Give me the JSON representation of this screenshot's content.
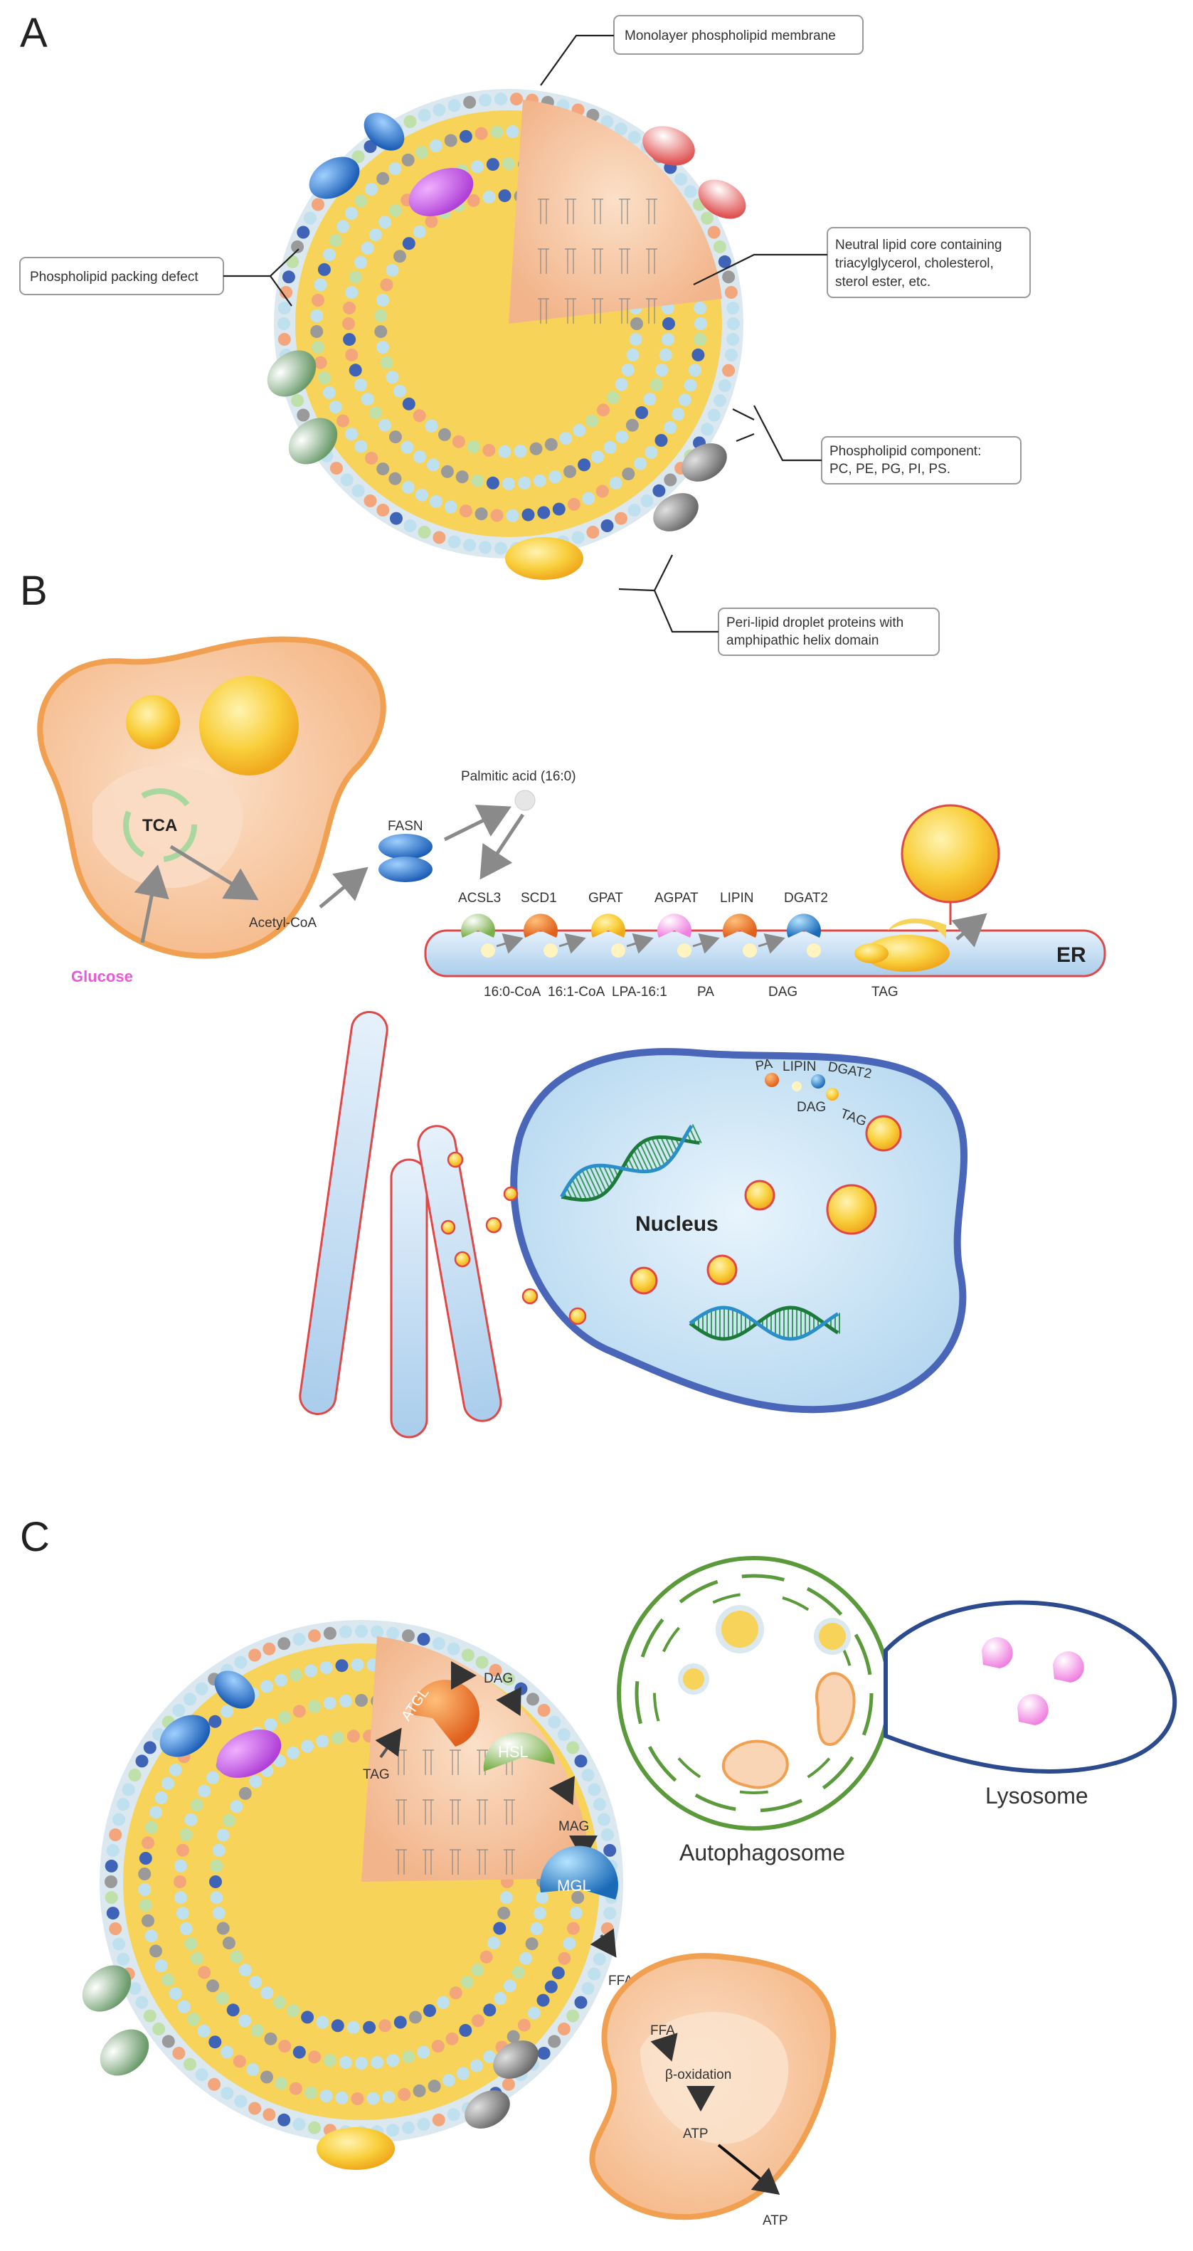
{
  "colors": {
    "core_fill": "#f6c9a6",
    "core_ring": "#f7d35a",
    "bead_blue": "#3f63b6",
    "bead_light": "#bfe0ee",
    "bead_orange": "#f3a57c",
    "bead_green": "#bfe0a8",
    "bead_gray": "#9a9a9a",
    "er_fill": "#cfe3f5",
    "er_stroke": "#e04848",
    "nucleus_fill": "#cfe6f6",
    "nucleus_stroke": "#4a66b8",
    "mito_fill": "#f7c8a2",
    "mito_stroke": "#f0a050",
    "glucose_color": "#e85ad8",
    "autophagosome_stroke": "#5a9a3a",
    "lysosome_stroke": "#2c4a8e"
  },
  "panel_a": {
    "letter": "A",
    "callouts": {
      "membrane": "Monolayer phospholipid membrane",
      "defect": "Phospholipid packing defect",
      "core": [
        "Neutral lipid core containing",
        "triacylglycerol, cholesterol,",
        "sterol ester, etc."
      ],
      "component": [
        "Phospholipid component:",
        "PC, PE, PG, PI, PS."
      ],
      "proteins": [
        "Peri-lipid droplet proteins with",
        "amphipathic helix domain"
      ]
    }
  },
  "panel_b": {
    "letter": "B",
    "tca": "TCA",
    "glucose": "Glucose",
    "acetyl_coa": "Acetyl-CoA",
    "fasn": "FASN",
    "palmitic": "Palmitic acid (16:0)",
    "enzymes": [
      "ACSL3",
      "SCD1",
      "GPAT",
      "AGPAT",
      "LIPIN",
      "DGAT2"
    ],
    "substrates": [
      "16:0-CoA",
      "16:1-CoA",
      "LPA-16:1",
      "PA",
      "DAG",
      "TAG"
    ],
    "er": "ER",
    "nucleus": "Nucleus",
    "nuclear_labels": {
      "pa": "PA",
      "lipin": "LIPIN",
      "dgat2": "DGAT2",
      "dag": "DAG",
      "tag": "TAG"
    }
  },
  "panel_c": {
    "letter": "C",
    "atgl": "ATGL",
    "tag": "TAG",
    "dag": "DAG",
    "hsl": "HSL",
    "mag": "MAG",
    "mgl": "MGL",
    "ffa_out": "FFA",
    "ffa_in": "FFA",
    "beta_ox": "β-oxidation",
    "atp_in": "ATP",
    "atp_out": "ATP",
    "autophagosome": "Autophagosome",
    "lysosome": "Lysosome"
  }
}
